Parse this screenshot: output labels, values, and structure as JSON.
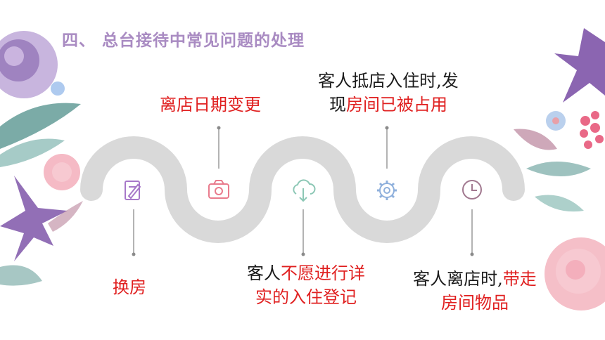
{
  "title": "四、 总台接待中常见问题的处理",
  "steps": [
    {
      "icon": "edit-icon",
      "parts": [
        {
          "text": "换房",
          "tone": "red"
        }
      ]
    },
    {
      "icon": "camera-icon",
      "parts": [
        {
          "text": "离店日期变更",
          "tone": "red"
        }
      ]
    },
    {
      "icon": "upload-cloud-icon",
      "parts": [
        {
          "text": "客人",
          "tone": "dark"
        },
        {
          "text": "不愿进行详",
          "tone": "red"
        }
      ],
      "line2": [
        {
          "text": "实的入住登记",
          "tone": "red"
        }
      ]
    },
    {
      "icon": "gear-icon",
      "parts": [
        {
          "text": "客人抵店入住时,发",
          "tone": "dark"
        }
      ],
      "line2": [
        {
          "text": "现",
          "tone": "dark"
        },
        {
          "text": "房间已被占用",
          "tone": "red"
        }
      ]
    },
    {
      "icon": "clock-icon",
      "parts": [
        {
          "text": "客人离店时,",
          "tone": "dark"
        },
        {
          "text": "带走",
          "tone": "red"
        }
      ],
      "line2": [
        {
          "text": "房间物品",
          "tone": "red"
        }
      ]
    }
  ],
  "colors": {
    "track": "#d9d9d9",
    "accent_red": "#e02020",
    "title": "#a98bc2",
    "icon_purple": "#a778c9",
    "icon_pink": "#e97b8d",
    "icon_green": "#8cc7b5",
    "icon_blue": "#8fb0dc",
    "icon_mauve": "#a1788f"
  }
}
